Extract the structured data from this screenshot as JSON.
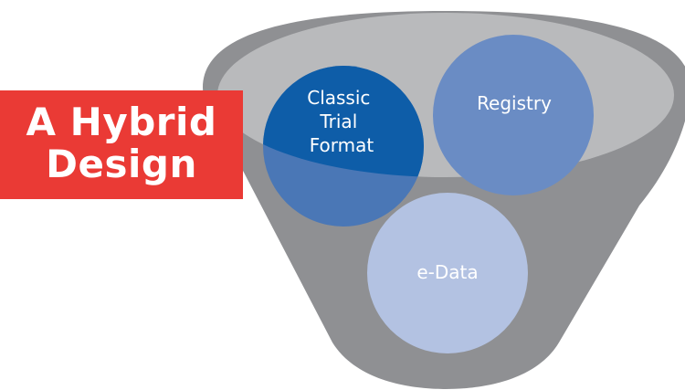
{
  "diagram": {
    "label": {
      "line1": "A Hybrid",
      "line2": "Design"
    },
    "circles": {
      "classic": {
        "line1": "Classic",
        "line2": "Trial",
        "line3": "Format"
      },
      "registry": "Registry",
      "edata": "e-Data"
    }
  },
  "colors": {
    "funnel_body": "#8f9093",
    "funnel_rim": "#b9babc",
    "label_bg": "#ea3a35",
    "classic_circle": "#0e5da8",
    "registry_circle": "#6a8cc4",
    "edata_circle": "#b3c2e2"
  }
}
